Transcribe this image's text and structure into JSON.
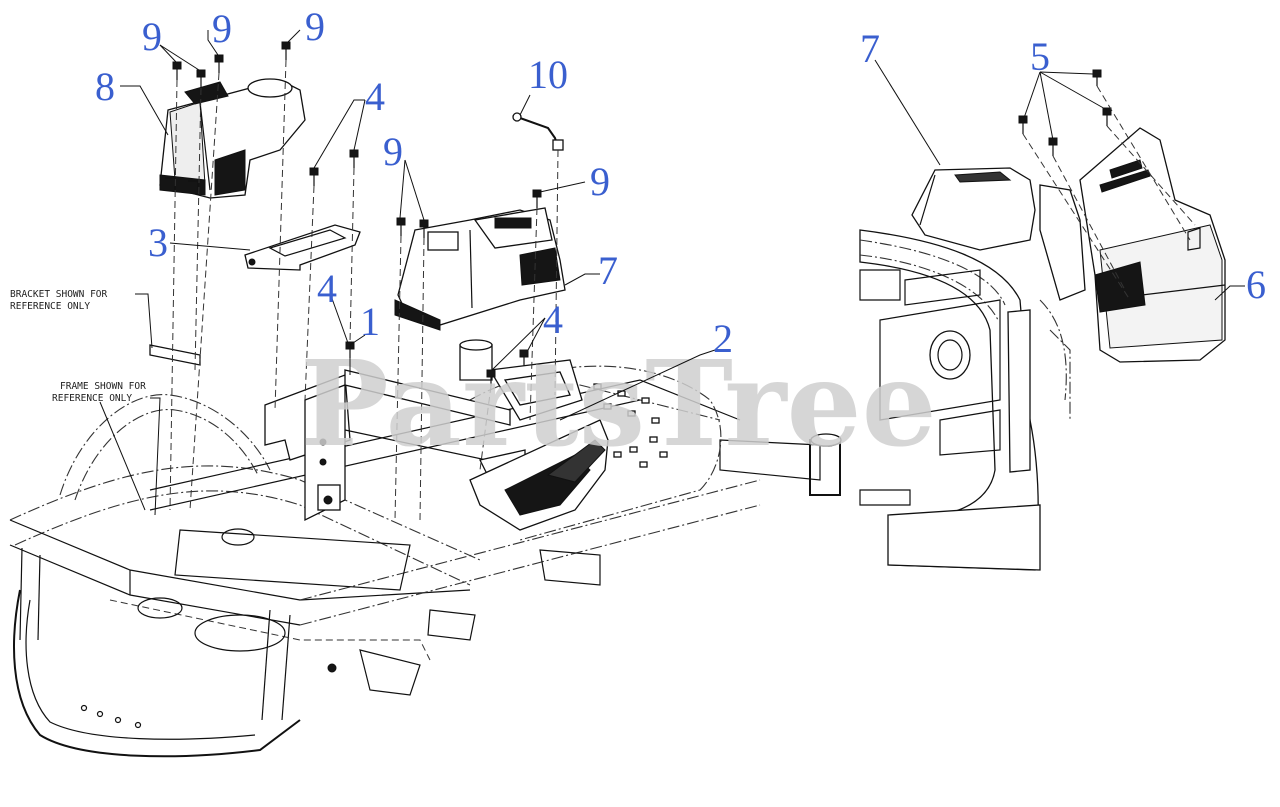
{
  "watermark": "PartsTree",
  "notes": {
    "bracket_line1": "BRACKET SHOWN FOR",
    "bracket_line2": "REFERENCE ONLY",
    "frame_line1": "FRAME SHOWN FOR",
    "frame_line2": "REFERENCE ONLY"
  },
  "callouts": {
    "c9a": "9",
    "c9b": "9",
    "c9c": "9",
    "c9d": "9",
    "c9e": "9",
    "c8": "8",
    "c10": "10",
    "c4a": "4",
    "c4b": "4",
    "c4c": "4",
    "c3": "3",
    "c7a": "7",
    "c7b": "7",
    "c1": "1",
    "c2": "2",
    "c5": "5",
    "c6": "6"
  }
}
